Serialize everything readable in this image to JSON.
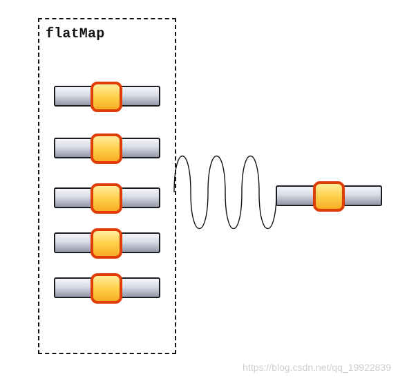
{
  "diagram": {
    "title": "flatMap",
    "watermark": "https://blog.csdn.net/qq_19922839",
    "colors": {
      "bar_light": "#eef0f7",
      "bar_dark": "#8e91a3",
      "bar_outline": "#1b1b22",
      "marble_fill_light": "#ffe27a",
      "marble_fill_dark": "#f6a820",
      "marble_border": "#e03c05"
    },
    "input_items_count": 5,
    "output_items_count": 1
  }
}
